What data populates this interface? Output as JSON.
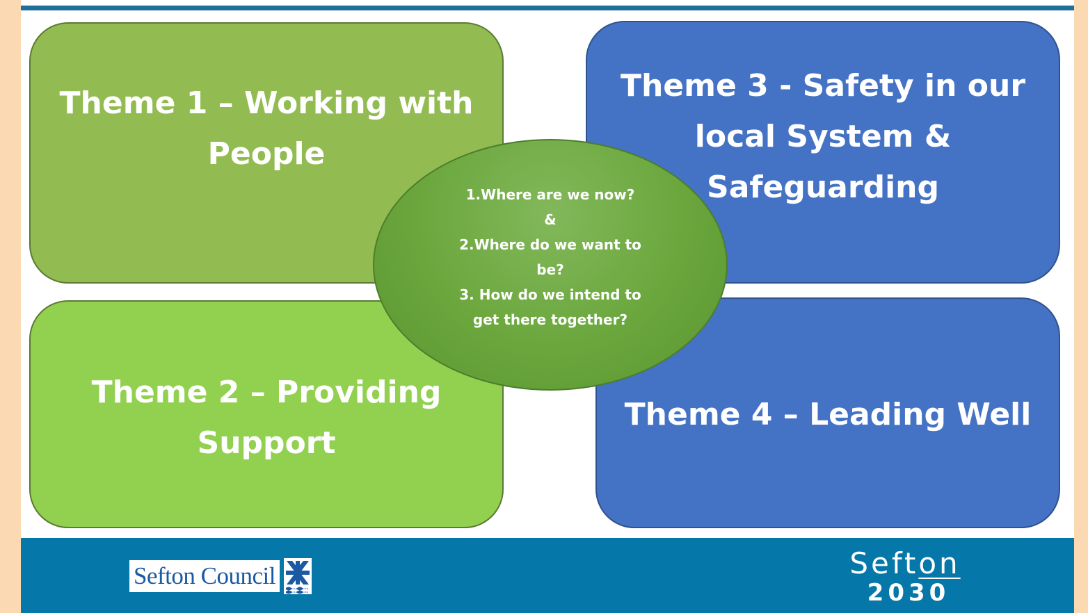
{
  "themes": {
    "theme1": [
      "Theme 1 – Working with",
      "People"
    ],
    "theme2": [
      "Theme 2 – Providing",
      "Support"
    ],
    "theme3": [
      "Theme 3 - Safety in our",
      "local System &",
      "Safeguarding"
    ],
    "theme4": [
      "Theme 4 – Leading Well"
    ]
  },
  "center": {
    "lines": [
      "1.Where are we now?",
      "&",
      "2.Where do we want to",
      "be?",
      "3. How do we intend to",
      "get there together?"
    ]
  },
  "footer": {
    "council_logo_text": "Sefton Council",
    "brand_word_prefix": "Seft",
    "brand_word_suffix": "on",
    "brand_year": "2030"
  },
  "colors": {
    "theme1": "#92bc52",
    "theme2": "#92d050",
    "theme3": "#4472c4",
    "theme4": "#4472c4",
    "center": "#6aa63c",
    "footer": "#0577a8",
    "page_border": "#fbd9b3"
  }
}
